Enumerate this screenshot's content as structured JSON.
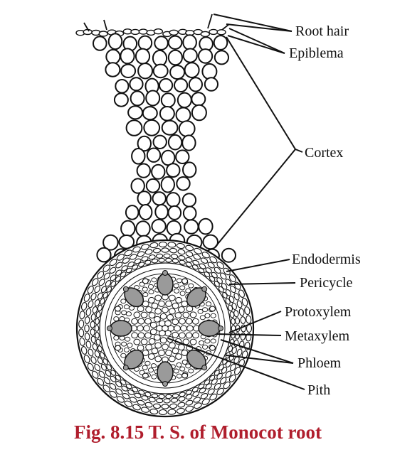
{
  "figure": {
    "caption": "Fig. 8.15 T. S. of Monocot root",
    "caption_color": "#b01e2d",
    "labels": {
      "root_hair": "Root hair",
      "epiblema": "Epiblema",
      "cortex": "Cortex",
      "endodermis": "Endodermis",
      "pericycle": "Pericycle",
      "protoxylem": "Protoxylem",
      "metaxylem": "Metaxylem",
      "phloem": "Phloem",
      "pith": "Pith"
    },
    "colors": {
      "outline": "#111111",
      "xylem_fill": "#9a9a9a",
      "cell_fill": "#ffffff"
    }
  }
}
